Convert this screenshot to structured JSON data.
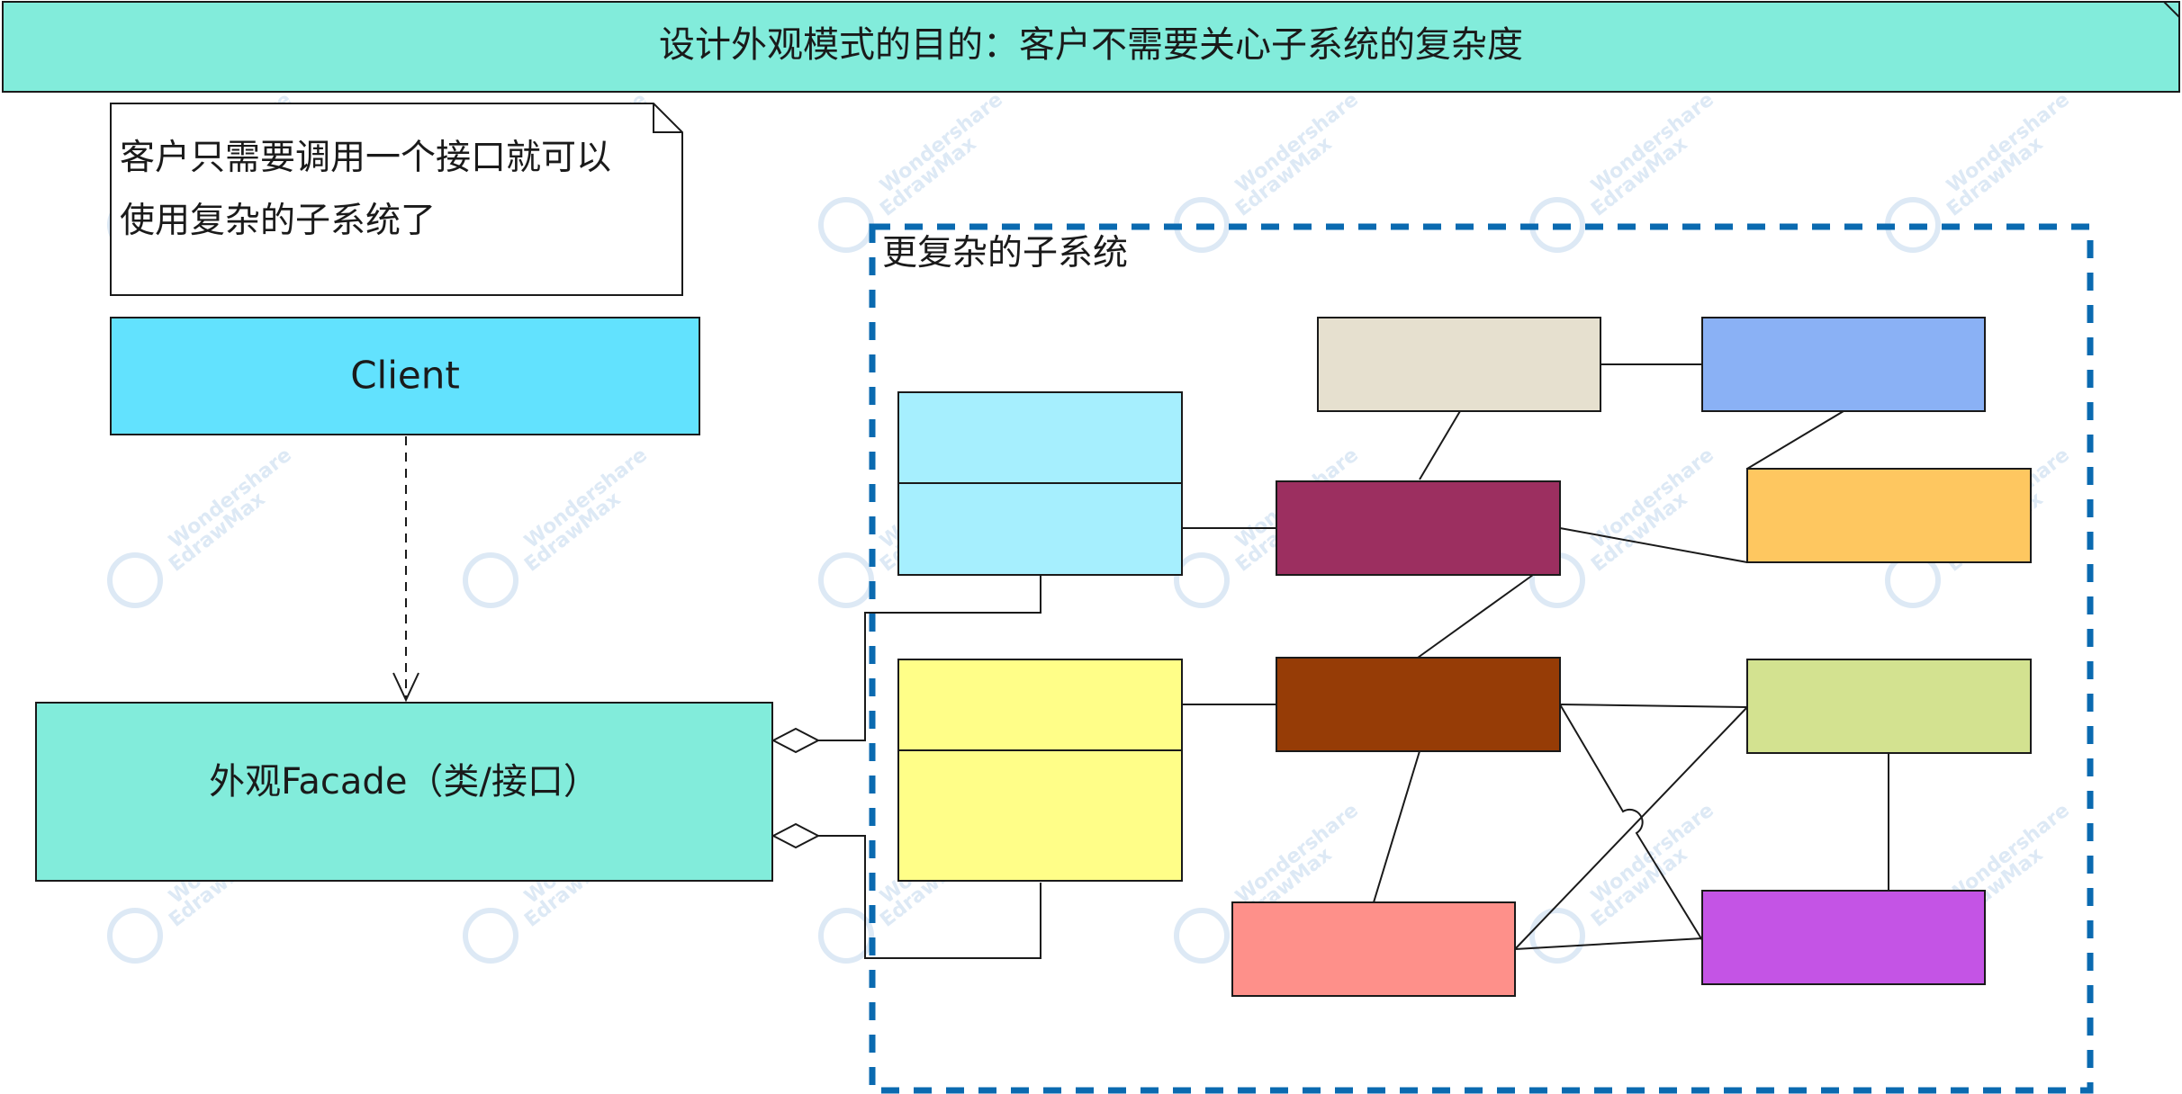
{
  "header": {
    "title": "设计外观模式的目的：客户不需要关心子系统的复杂度"
  },
  "note": {
    "line1": "客户只需要调用一个接口就可以",
    "line2": "使用复杂的子系统了"
  },
  "client": {
    "label": "Client"
  },
  "facade": {
    "label": "外观Facade（类/接口）"
  },
  "subsystem": {
    "label": "更复杂的子系统"
  },
  "watermark": {
    "line1": "Wondershare",
    "line2": "EdrawMax"
  },
  "colors": {
    "header_fill": "#82ecdb",
    "client_fill": "#62e2fe",
    "facade_fill": "#82ecdb",
    "boundary": "#0a6ab0",
    "box_lightblue": "#a6effe",
    "box_yellow": "#fffe88",
    "box_beige": "#e6e0cf",
    "box_blue": "#8ab1f5",
    "box_maroon": "#9c2f60",
    "box_orange": "#fec760",
    "box_brown": "#963c06",
    "box_lime": "#d3e290",
    "box_pink": "#fe908a",
    "box_purple": "#c454e5"
  }
}
